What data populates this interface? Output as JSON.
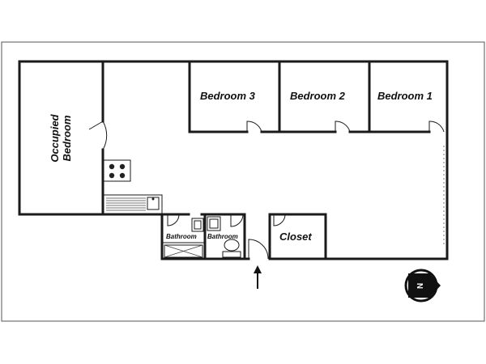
{
  "floorplan": {
    "rooms": {
      "occupied_bedroom": {
        "line1": "Occupied",
        "line2": "Bedroom"
      },
      "bedroom_3": "Bedroom 3",
      "bedroom_2": "Bedroom 2",
      "bedroom_1": "Bedroom 1",
      "closet": "Closet",
      "bathroom_left": "Bathroom",
      "bathroom_right": "Bathroom"
    },
    "compass": {
      "letter": "N"
    }
  }
}
